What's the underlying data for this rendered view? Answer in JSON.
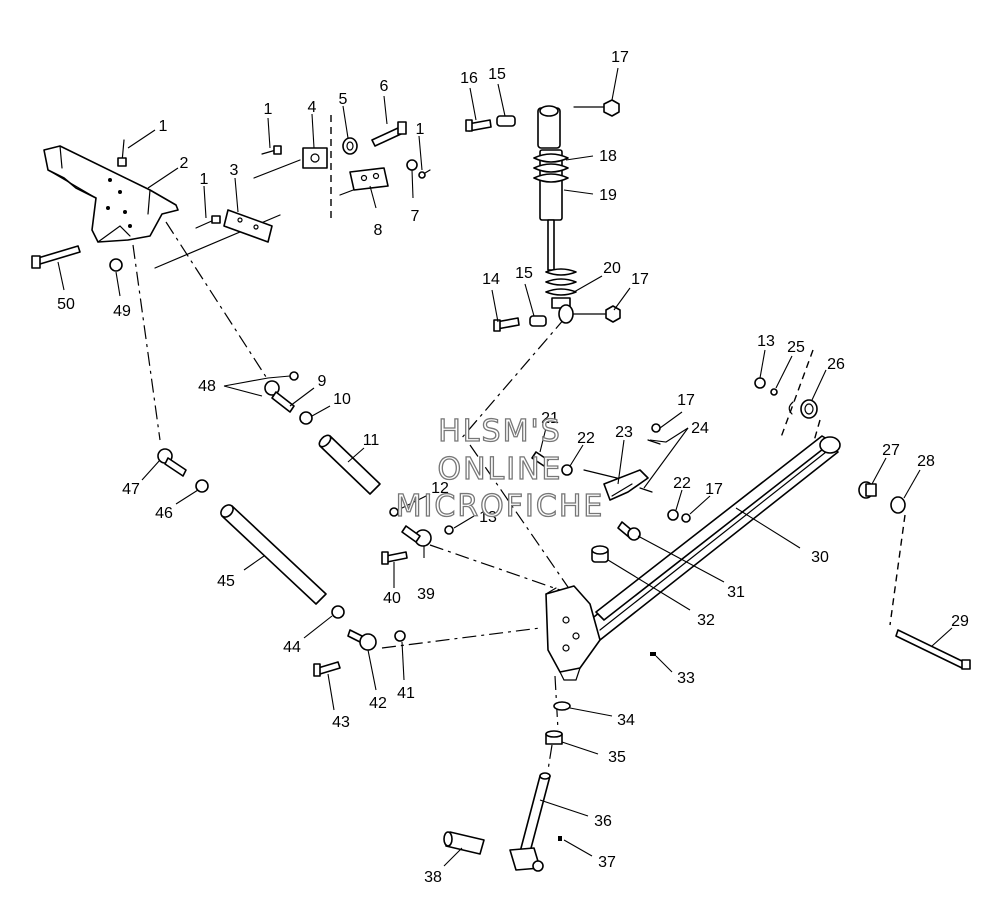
{
  "watermark": {
    "line1": "HLSM'S",
    "line2": "ONLINE",
    "line3": "MICROFICHE"
  },
  "callouts": [
    {
      "id": "c1a",
      "label": "1"
    },
    {
      "id": "c2",
      "label": "2"
    },
    {
      "id": "c1b",
      "label": "1"
    },
    {
      "id": "c3",
      "label": "3"
    },
    {
      "id": "c1c",
      "label": "1"
    },
    {
      "id": "c4",
      "label": "4"
    },
    {
      "id": "c5",
      "label": "5"
    },
    {
      "id": "c6",
      "label": "6"
    },
    {
      "id": "c1d",
      "label": "1"
    },
    {
      "id": "c7",
      "label": "7"
    },
    {
      "id": "c8",
      "label": "8"
    },
    {
      "id": "c16",
      "label": "16"
    },
    {
      "id": "c15a",
      "label": "15"
    },
    {
      "id": "c17a",
      "label": "17"
    },
    {
      "id": "c18",
      "label": "18"
    },
    {
      "id": "c19",
      "label": "19"
    },
    {
      "id": "c14",
      "label": "14"
    },
    {
      "id": "c15b",
      "label": "15"
    },
    {
      "id": "c20",
      "label": "20"
    },
    {
      "id": "c17b",
      "label": "17"
    },
    {
      "id": "c50",
      "label": "50"
    },
    {
      "id": "c49",
      "label": "49"
    },
    {
      "id": "c48",
      "label": "48"
    },
    {
      "id": "c9",
      "label": "9"
    },
    {
      "id": "c10",
      "label": "10"
    },
    {
      "id": "c11",
      "label": "11"
    },
    {
      "id": "c13a",
      "label": "13"
    },
    {
      "id": "c25",
      "label": "25"
    },
    {
      "id": "c26",
      "label": "26"
    },
    {
      "id": "c21",
      "label": "21"
    },
    {
      "id": "c22a",
      "label": "22"
    },
    {
      "id": "c23",
      "label": "23"
    },
    {
      "id": "c17c",
      "label": "17"
    },
    {
      "id": "c24",
      "label": "24"
    },
    {
      "id": "c22b",
      "label": "22"
    },
    {
      "id": "c17d",
      "label": "17"
    },
    {
      "id": "c27",
      "label": "27"
    },
    {
      "id": "c28",
      "label": "28"
    },
    {
      "id": "c47",
      "label": "47"
    },
    {
      "id": "c46",
      "label": "46"
    },
    {
      "id": "c12",
      "label": "12"
    },
    {
      "id": "c13b",
      "label": "13"
    },
    {
      "id": "c30",
      "label": "30"
    },
    {
      "id": "c31",
      "label": "31"
    },
    {
      "id": "c45",
      "label": "45"
    },
    {
      "id": "c40",
      "label": "40"
    },
    {
      "id": "c39",
      "label": "39"
    },
    {
      "id": "c32",
      "label": "32"
    },
    {
      "id": "c29",
      "label": "29"
    },
    {
      "id": "c44",
      "label": "44"
    },
    {
      "id": "c41",
      "label": "41"
    },
    {
      "id": "c42",
      "label": "42"
    },
    {
      "id": "c43",
      "label": "43"
    },
    {
      "id": "c33",
      "label": "33"
    },
    {
      "id": "c34",
      "label": "34"
    },
    {
      "id": "c35",
      "label": "35"
    },
    {
      "id": "c36",
      "label": "36"
    },
    {
      "id": "c37",
      "label": "37"
    },
    {
      "id": "c38",
      "label": "38"
    }
  ]
}
